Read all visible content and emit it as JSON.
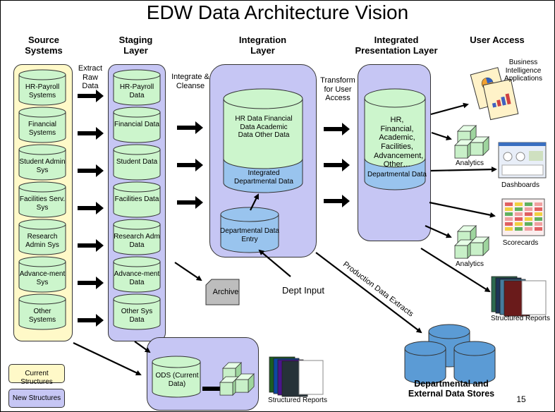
{
  "title": "EDW Data Architecture Vision",
  "headers": {
    "source": "Source Systems",
    "staging": "Staging Layer",
    "integration": "Integration Layer",
    "presentation": "Integrated Presentation Layer",
    "user_access": "User Access"
  },
  "flow_labels": {
    "extract": "Extract Raw Data",
    "integrate": "Integrate & Cleanse",
    "transform": "Transform for User Access",
    "production": "Production Data Extracts",
    "dept_input": "Dept Input"
  },
  "source_systems": [
    "HR-Payroll Systems",
    "Financial Systems",
    "Student Admin Sys",
    "Facilities Serv. Sys",
    "Research Admin Sys",
    "Advance-ment Sys",
    "Other Systems"
  ],
  "staging": [
    "HR-Payroll Data",
    "Financial Data",
    "Student Data",
    "Facilities Data",
    "Research Adm Data",
    "Advance-ment Data",
    "Other Sys Data"
  ],
  "integration": {
    "main_top": "HR Data Financial Data Academic Data Other Data",
    "main_bottom": "Integrated Departmental Data",
    "dept_entry": "Departmental Data Entry"
  },
  "presentation": {
    "top": "HR, Financial, Academic, Facilities, Advancement, Other…",
    "bottom": "Departmental Data"
  },
  "user_access": {
    "bi": "Business Intelligence Applications",
    "analytics1": "Analytics",
    "dashboards": "Dashboards",
    "scorecards": "Scorecards",
    "analytics2": "Analytics",
    "structured_reports": "Structured Reports"
  },
  "archive": "Archive",
  "ods": "ODS (Current Data)",
  "ods_reports": "Structured Reports",
  "dept_stores": "Departmental and External Data Stores",
  "legend": {
    "current": "Current Structures",
    "new": "New Structures"
  },
  "page_number": "15",
  "colors": {
    "yellow": "#fff9c8",
    "lavender": "#c6c6f4",
    "cyl_green": "#ccf5cc",
    "cyl_blue": "#99c4ee",
    "store_blue": "#5b9bd5"
  }
}
